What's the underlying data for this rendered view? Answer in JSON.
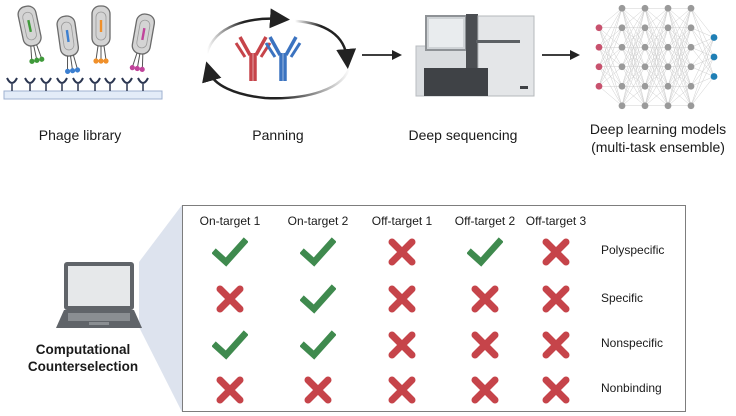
{
  "pipeline": {
    "stages": [
      {
        "id": "phage-library",
        "label": "Phage library"
      },
      {
        "id": "panning",
        "label": "Panning"
      },
      {
        "id": "deep-sequencing",
        "label": "Deep sequencing"
      },
      {
        "id": "deep-learning",
        "label": "Deep learning models",
        "sublabel": "(multi-task ensemble)"
      }
    ],
    "phage_colors": [
      "#3f9a3a",
      "#3c7fd0",
      "#f0902a",
      "#c0449b"
    ],
    "antibody_colors": [
      "#c6444a",
      "#3b73c0"
    ],
    "network": {
      "input_nodes": 4,
      "hidden_layers": 4,
      "hidden_nodes": 6,
      "output_nodes": 3,
      "input_color": "#c8526e",
      "hidden_color": "#9a9a9a",
      "output_color": "#1f7fb5"
    }
  },
  "counterselection": {
    "title_line1": "Computational",
    "title_line2": "Counterselection",
    "columns": [
      "On-target 1",
      "On-target 2",
      "Off-target 1",
      "Off-target 2",
      "Off-target 3"
    ],
    "rows": [
      {
        "label": "Polyspecific",
        "values": [
          true,
          true,
          false,
          true,
          false
        ]
      },
      {
        "label": "Specific",
        "values": [
          false,
          true,
          false,
          false,
          false
        ]
      },
      {
        "label": "Nonspecific",
        "values": [
          true,
          true,
          false,
          false,
          false
        ]
      },
      {
        "label": "Nonbinding",
        "values": [
          false,
          false,
          false,
          false,
          false
        ]
      }
    ],
    "check_color": "#3f8a4e",
    "cross_color": "#c6444a",
    "callout_color": "#dde3ee"
  }
}
